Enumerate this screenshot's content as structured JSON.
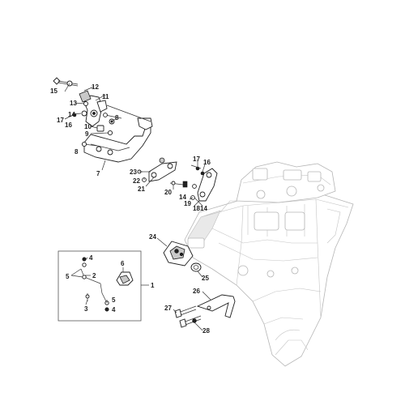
{
  "diagram": {
    "labels": {
      "l1": "1",
      "l2": "2",
      "l3": "3",
      "l4a": "4",
      "l4b": "4",
      "l5a": "5",
      "l5b": "5",
      "l6": "6",
      "l7": "7",
      "l8a": "8",
      "l8b": "8",
      "l9": "9",
      "l10": "10",
      "l11": "11",
      "l12": "12",
      "l13": "13",
      "l14a": "14",
      "l14b": "14",
      "l15": "15",
      "l16a": "16",
      "l16b": "16",
      "l17a": "17",
      "l17b": "17",
      "l18": "18",
      "l19": "19",
      "l20": "20",
      "l21": "21",
      "l22": "22",
      "l23": "23",
      "l24": "24",
      "l25": "25",
      "l26": "26",
      "l27": "27",
      "l28": "28"
    }
  }
}
